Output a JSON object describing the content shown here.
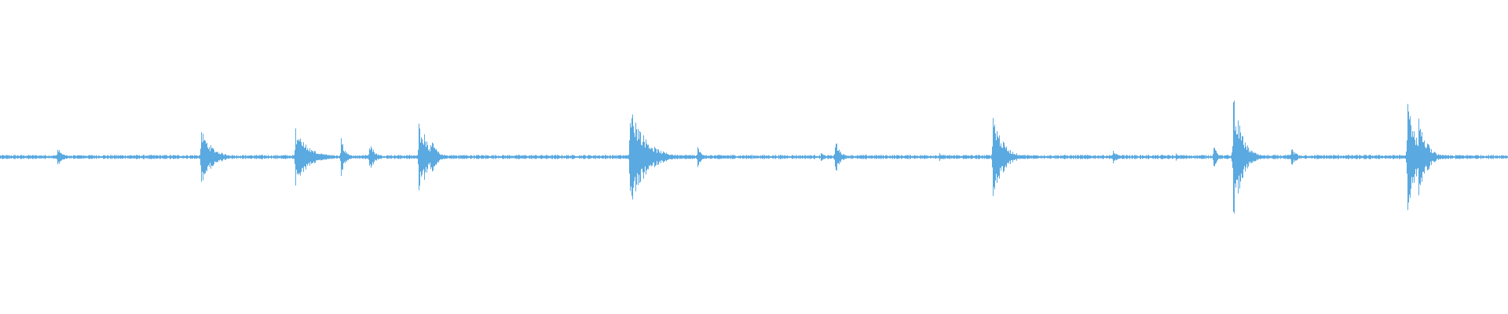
{
  "waveform": {
    "color": "#5aa9e0",
    "duration_units": 1920,
    "baseline_amplitude": 0.012,
    "events": [
      {
        "t": 73,
        "amp": 0.06,
        "decay": 6
      },
      {
        "t": 256,
        "amp": 0.17,
        "decay": 14
      },
      {
        "t": 376,
        "amp": 0.18,
        "decay": 16
      },
      {
        "t": 386,
        "amp": 0.07,
        "decay": 10
      },
      {
        "t": 434,
        "amp": 0.12,
        "decay": 5
      },
      {
        "t": 470,
        "amp": 0.11,
        "decay": 6
      },
      {
        "t": 533,
        "amp": 0.21,
        "decay": 7
      },
      {
        "t": 540,
        "amp": 0.18,
        "decay": 6
      },
      {
        "t": 548,
        "amp": 0.12,
        "decay": 8
      },
      {
        "t": 802,
        "amp": 0.35,
        "decay": 18
      },
      {
        "t": 888,
        "amp": 0.07,
        "decay": 4
      },
      {
        "t": 1045,
        "amp": 0.03,
        "decay": 4
      },
      {
        "t": 1063,
        "amp": 0.12,
        "decay": 6
      },
      {
        "t": 1196,
        "amp": 0.025,
        "decay": 4
      },
      {
        "t": 1264,
        "amp": 0.28,
        "decay": 12
      },
      {
        "t": 1417,
        "amp": 0.05,
        "decay": 5
      },
      {
        "t": 1497,
        "amp": 0.025,
        "decay": 3
      },
      {
        "t": 1545,
        "amp": 0.07,
        "decay": 5
      },
      {
        "t": 1570,
        "amp": 0.43,
        "decay": 10
      },
      {
        "t": 1644,
        "amp": 0.06,
        "decay": 6
      },
      {
        "t": 1792,
        "amp": 0.4,
        "decay": 10
      },
      {
        "t": 1806,
        "amp": 0.27,
        "decay": 10
      }
    ]
  }
}
